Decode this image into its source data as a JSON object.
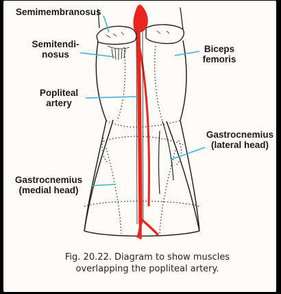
{
  "labels": {
    "semimembranosus": "Semimembranosus",
    "semitendinosus_line1": "Semitendi-",
    "semitendinosus_line2": "nosus",
    "biceps_line1": "Biceps",
    "biceps_line2": "femoris",
    "popliteal_line1": "Popliteal",
    "popliteal_line2": "artery",
    "gastro_lateral_line1": "Gastrocnemius",
    "gastro_lateral_line2": "(lateral head)",
    "gastro_medial_line1": "Gastrocnemius",
    "gastro_medial_line2": "(medial head)"
  },
  "caption": {
    "line1": "Fig. 20.22. Diagram to show muscles",
    "line2": "overlapping the popliteal artery."
  },
  "colors": {
    "artery": "#e8251f",
    "leader_line": "#3ab0d8",
    "outline": "#222222",
    "background": "#fffcf7"
  }
}
